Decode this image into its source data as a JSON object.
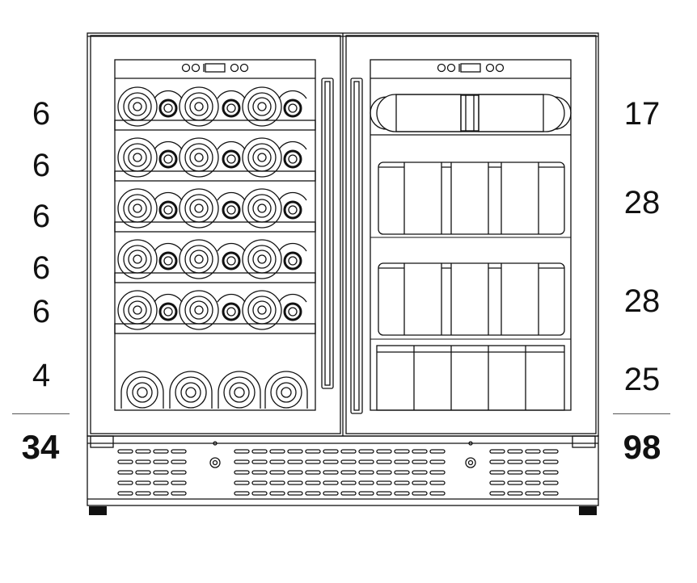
{
  "left_zone": {
    "shelves": [
      {
        "count": "6",
        "type": "wine-rack-row"
      },
      {
        "count": "6",
        "type": "wine-rack-row"
      },
      {
        "count": "6",
        "type": "wine-rack-row"
      },
      {
        "count": "6",
        "type": "wine-rack-row"
      },
      {
        "count": "6",
        "type": "wine-rack-row"
      },
      {
        "count": "4",
        "type": "wine-floor-row"
      }
    ],
    "total": "34"
  },
  "right_zone": {
    "shelves": [
      {
        "count": "17",
        "type": "bottles-lying"
      },
      {
        "count": "28",
        "type": "cans-row"
      },
      {
        "count": "28",
        "type": "cans-row"
      },
      {
        "count": "25",
        "type": "cans-floor-row"
      }
    ],
    "total": "98"
  },
  "colors": {
    "line": "#111111",
    "background": "#ffffff"
  },
  "icons": [
    "control-panel-buttons-icon",
    "display-icon",
    "lock-icon",
    "vent-grille-icon",
    "leveling-foot-icon"
  ]
}
